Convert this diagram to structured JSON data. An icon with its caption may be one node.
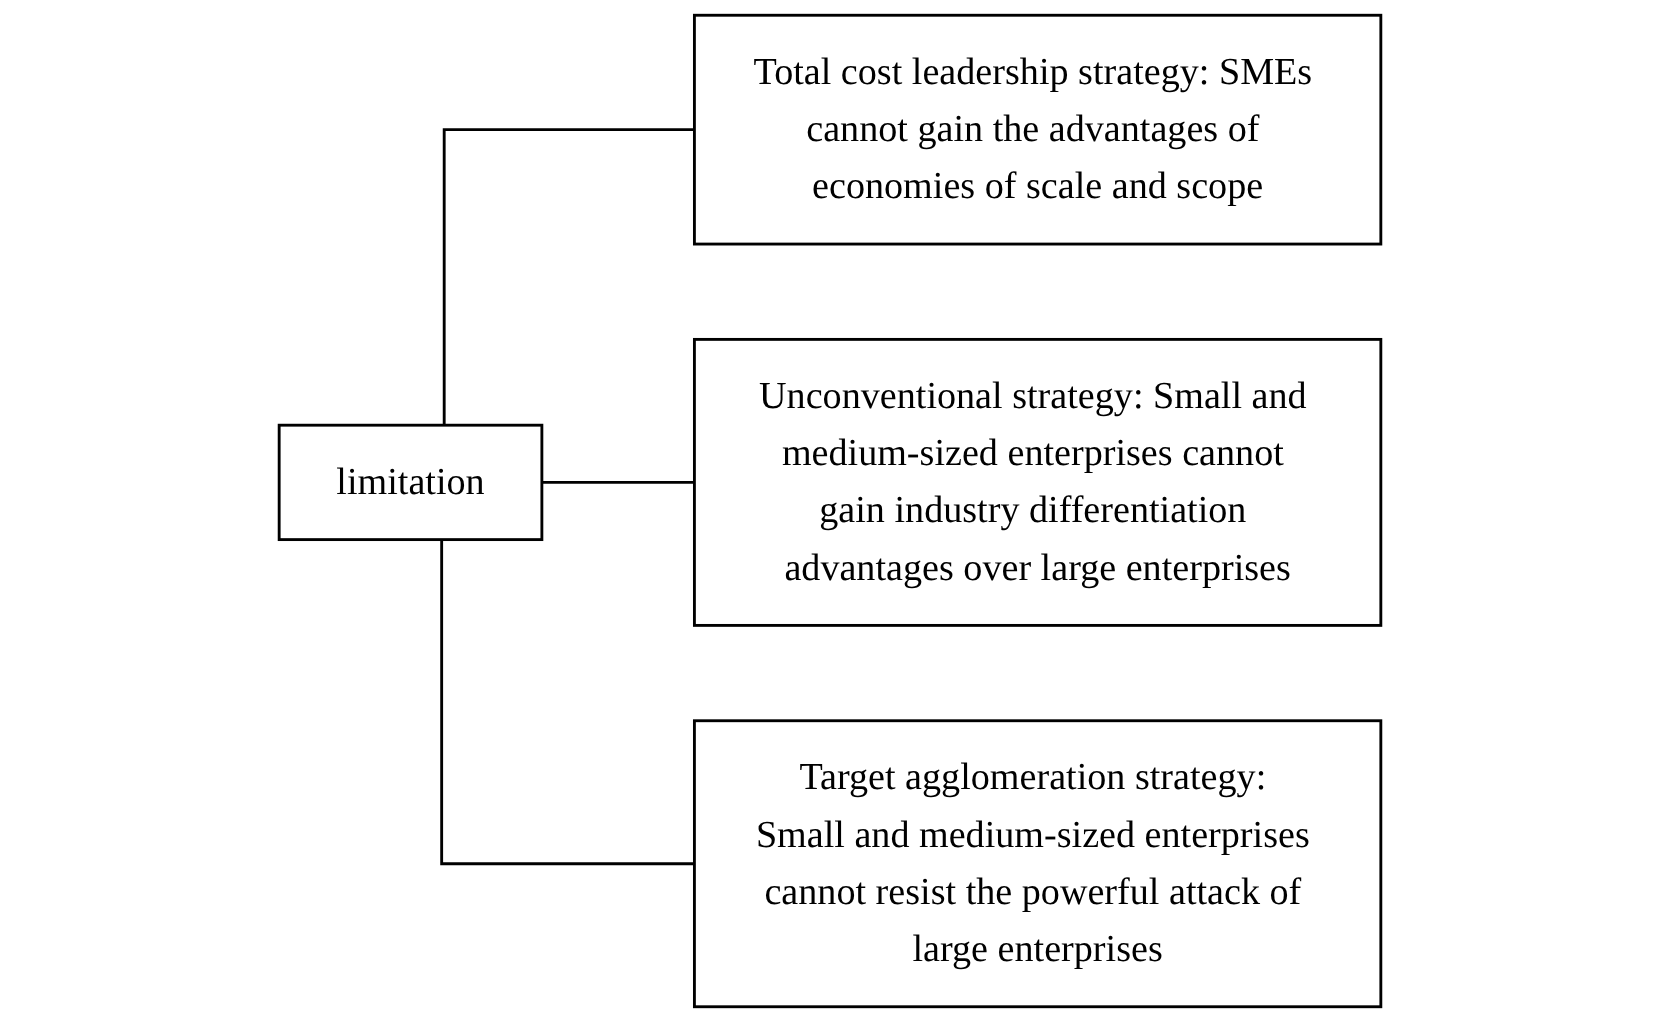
{
  "diagram": {
    "nodes": [
      {
        "text": [
          "limitation"
        ]
      },
      {
        "text": [
          "Total cost leadership strategy: SMEs cannot gain the advantages of economies of scale and scope"
        ]
      },
      {
        "text": [
          "Unconventional strategy: Small and medium-sized enterprises cannot gain industry differentiation advantages over large enterprises"
        ]
      },
      {
        "text": [
          "Target agglomeration strategy: Small and medium-sized enterprises cannot resist the powerful attack of large enterprises"
        ]
      }
    ],
    "edges": [
      {
        "from": 0,
        "to": 1,
        "arrow": "none"
      },
      {
        "from": 0,
        "to": 2,
        "arrow": "none"
      },
      {
        "from": 0,
        "to": 3,
        "arrow": "none"
      }
    ]
  }
}
